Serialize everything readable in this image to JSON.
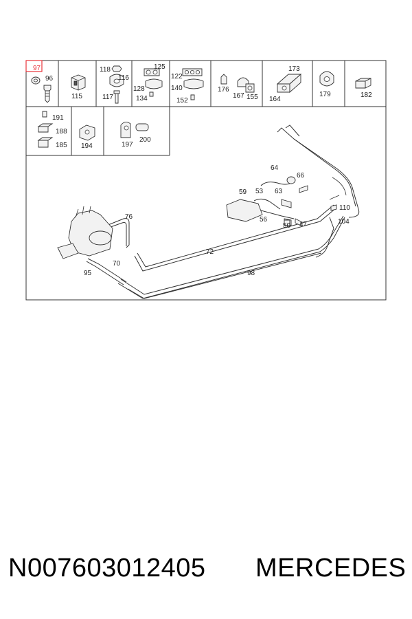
{
  "callouts": [
    {
      "id": "97",
      "highlight": true
    },
    {
      "id": "96"
    },
    {
      "id": "115"
    },
    {
      "id": "118"
    },
    {
      "id": "116"
    },
    {
      "id": "117"
    },
    {
      "id": "125"
    },
    {
      "id": "128"
    },
    {
      "id": "134"
    },
    {
      "id": "122"
    },
    {
      "id": "140"
    },
    {
      "id": "152"
    },
    {
      "id": "176"
    },
    {
      "id": "167"
    },
    {
      "id": "155"
    },
    {
      "id": "173"
    },
    {
      "id": "164"
    },
    {
      "id": "179"
    },
    {
      "id": "182"
    },
    {
      "id": "191"
    },
    {
      "id": "188"
    },
    {
      "id": "185"
    },
    {
      "id": "194"
    },
    {
      "id": "197"
    },
    {
      "id": "200"
    },
    {
      "id": "76"
    },
    {
      "id": "95"
    },
    {
      "id": "70"
    },
    {
      "id": "72"
    },
    {
      "id": "98"
    },
    {
      "id": "64"
    },
    {
      "id": "66"
    },
    {
      "id": "59"
    },
    {
      "id": "53"
    },
    {
      "id": "63"
    },
    {
      "id": "56"
    },
    {
      "id": "50"
    },
    {
      "id": "47"
    },
    {
      "id": "110"
    },
    {
      "id": "104"
    }
  ],
  "highlight_color": "#e8323a",
  "footer": {
    "part_number": "N007603012405",
    "brand": "MERCEDES"
  }
}
